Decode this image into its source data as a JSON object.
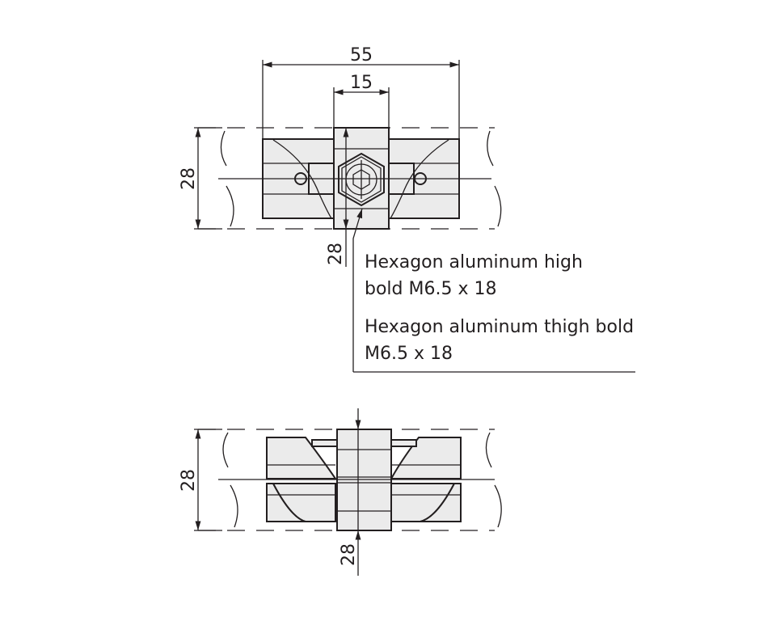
{
  "dimensions": {
    "top_width_overall": "55",
    "top_width_center": "15",
    "top_height_left": "28",
    "top_height_center": "28",
    "bottom_height_left": "28",
    "bottom_height_center": "28"
  },
  "callout": {
    "line1": "Hexagon aluminum high",
    "line2": "bold M6.5 x 18",
    "line3": "Hexagon aluminum thigh bold",
    "line4": "M6.5 x 18"
  }
}
